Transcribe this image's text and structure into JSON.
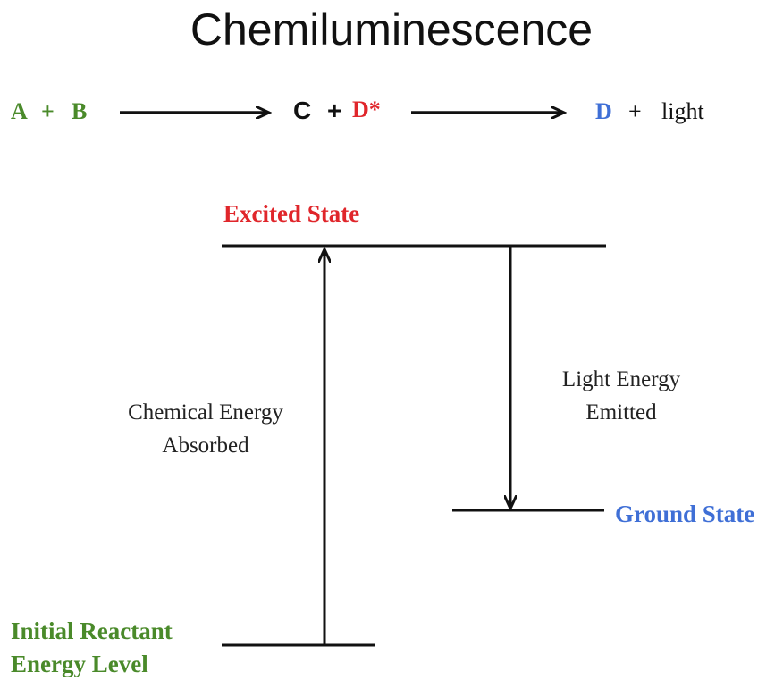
{
  "title": "Chemiluminescence",
  "equation": {
    "reactant_a": "A",
    "plus_1": "+",
    "reactant_b": "B",
    "product_c": "C",
    "plus_2": "+",
    "excited_d": "D*",
    "product_d": "D",
    "plus_3": "+",
    "light": "light"
  },
  "levels": {
    "excited": "Excited State",
    "ground": "Ground State",
    "initial_line1": "Initial Reactant",
    "initial_line2": "Energy Level"
  },
  "transitions": {
    "absorbed_line1": "Chemical Energy",
    "absorbed_line2": "Absorbed",
    "emitted_line1": "Light Energy",
    "emitted_line2": "Emitted"
  },
  "colors": {
    "green": "#4a8a2a",
    "red": "#e0262b",
    "blue": "#3f6fd6",
    "black": "#111111"
  }
}
